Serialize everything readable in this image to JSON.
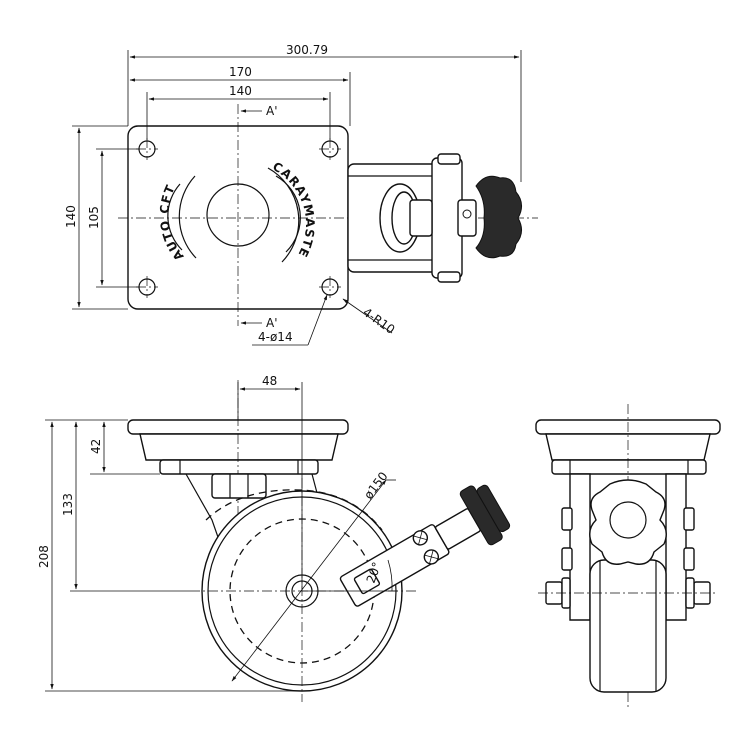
{
  "dimensions": {
    "overall_width": "300.79",
    "plate_width": "170",
    "hole_spacing_x": "140",
    "plate_height": "140",
    "hole_spacing_y": "105",
    "section_mark_top": "A'",
    "section_mark_bottom": "A'",
    "corner_radius": "4-R10",
    "hole_spec": "4-ø14",
    "offset": "48",
    "plate_stack": "42",
    "axle_height": "133",
    "total_height": "208",
    "wheel_diameter": "ø150",
    "angle": "20°"
  },
  "branding": {
    "left_text": "AUTO CFT",
    "right_text": "CARAYMASTER"
  },
  "colors": {
    "line": "#111111",
    "background": "#ffffff",
    "knob": "#2a2a2a"
  }
}
